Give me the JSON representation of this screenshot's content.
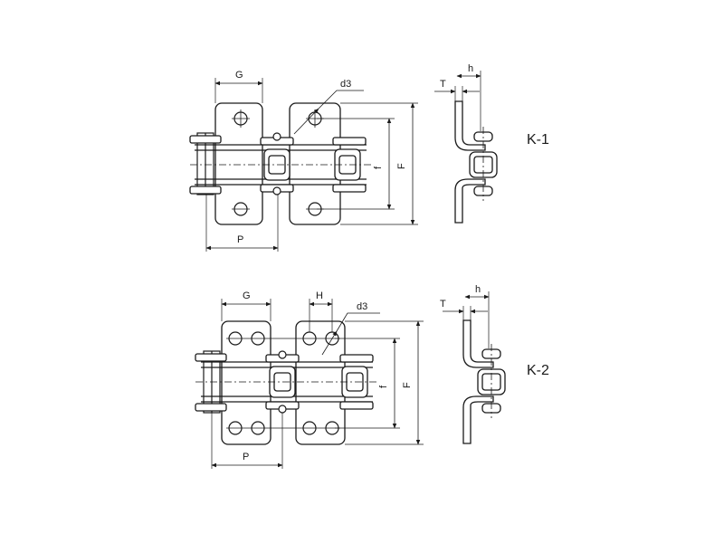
{
  "diagrams": [
    {
      "name": "K-1",
      "labels": {
        "G": "G",
        "d3": "d3",
        "P": "P",
        "f": "f",
        "F": "F",
        "T": "T",
        "h": "h"
      }
    },
    {
      "name": "K-2",
      "labels": {
        "G": "G",
        "H": "H",
        "d3": "d3",
        "P": "P",
        "f": "f",
        "F": "F",
        "T": "T",
        "h": "h"
      }
    }
  ]
}
